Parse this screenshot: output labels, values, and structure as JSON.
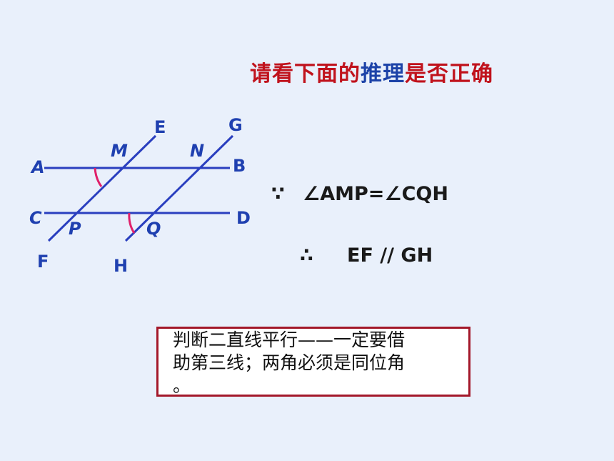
{
  "title": {
    "part1": "请看下面的",
    "part2": "推理",
    "part3": "是否正确"
  },
  "figure": {
    "labels": {
      "A": "A",
      "B": "B",
      "C": "C",
      "D": "D",
      "E": "E",
      "F": "F",
      "G": "G",
      "H": "H",
      "M": "M",
      "N": "N",
      "P": "P",
      "Q": "Q"
    }
  },
  "reasoning": {
    "because_symbol": "∵",
    "because_text": "∠AMP=∠CQH",
    "therefore_symbol": "∴",
    "therefore_text": "EF // GH"
  },
  "note": {
    "line1": "判断二直线平行——一定要借",
    "line2": "助第三线；两角必须是同位角",
    "line3": "。"
  },
  "colors": {
    "title_red": "#c0121c",
    "title_blue": "#1d43a8",
    "label_blue": "#1f40b0",
    "line_blue": "#2a3fbf",
    "angle_mark": "#e0206a",
    "box_border": "#a3182a",
    "background": "#e9f0fb"
  }
}
